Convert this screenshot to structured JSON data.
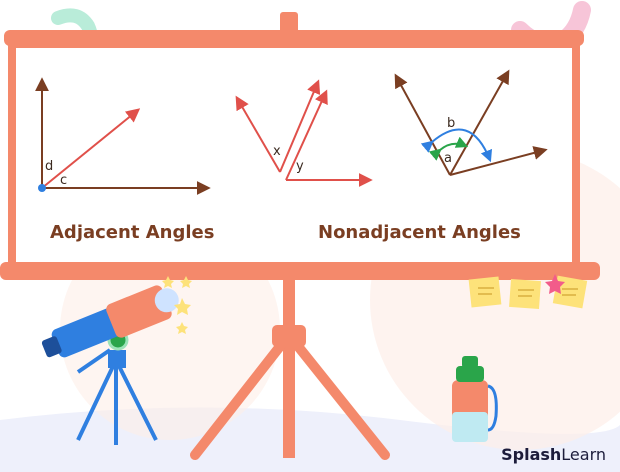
{
  "board": {
    "left_title": "Adjacent Angles",
    "right_title": "Nonadjacent Angles"
  },
  "adjacent": {
    "label_d": "d",
    "label_c": "c"
  },
  "nonadjacent_1": {
    "label_x": "x",
    "label_y": "y"
  },
  "nonadjacent_2": {
    "label_a": "a",
    "label_b": "b"
  },
  "brand": {
    "part1": "Splash",
    "part2": "Learn"
  },
  "colors": {
    "frame": "#f4896b",
    "brown": "#7a3e22",
    "red": "#e0504a",
    "blue_arc": "#2f7fe0",
    "green_arc": "#2aa54a"
  }
}
